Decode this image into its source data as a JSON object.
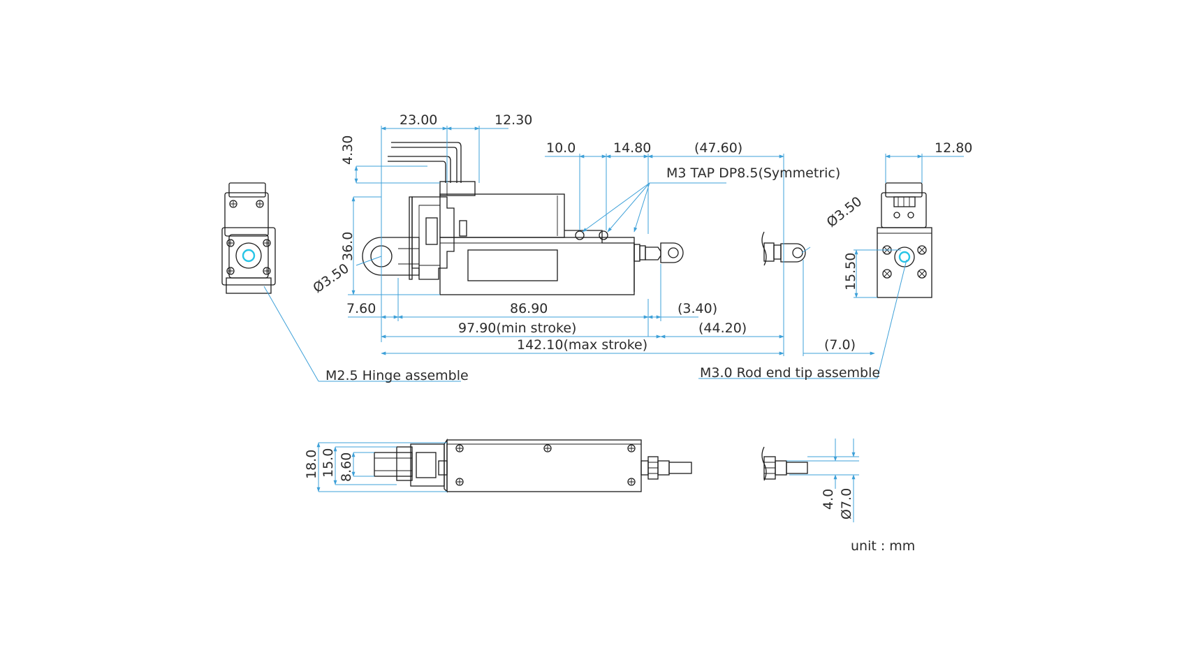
{
  "dimensions": {
    "d_23_00": "23.00",
    "d_12_30": "12.30",
    "d_4_30": "4.30",
    "d_10_0": "10.0",
    "d_14_80": "14.80",
    "d_47_60": "(47.60)",
    "d_36_0": "36.0",
    "d_dia_3_50_left": "Ø3.50",
    "d_7_60": "7.60",
    "d_86_90": "86.90",
    "d_3_40": "(3.40)",
    "d_97_90": "97.90(min stroke)",
    "d_44_20": "(44.20)",
    "d_142_10": "142.10(max stroke)",
    "d_7_0": "(7.0)",
    "d_dia_3_50_right": "Ø3.50",
    "d_12_80": "12.80",
    "d_15_50": "15.50",
    "d_18_0": "18.0",
    "d_15_0": "15.0",
    "d_8_60": "8.60",
    "d_4_0": "4.0",
    "d_dia_7_0": "Ø7.0"
  },
  "notes": {
    "m3_tap": "M3 TAP DP8.5(Symmetric)",
    "hinge": "M2.5 Hinge assemble",
    "rod_end": "M3.0 Rod end tip assemble",
    "unit": "unit : mm"
  },
  "colors": {
    "outline": "#1a1a1a",
    "dimension": "#3da0d8",
    "highlight": "#26c4e6"
  }
}
